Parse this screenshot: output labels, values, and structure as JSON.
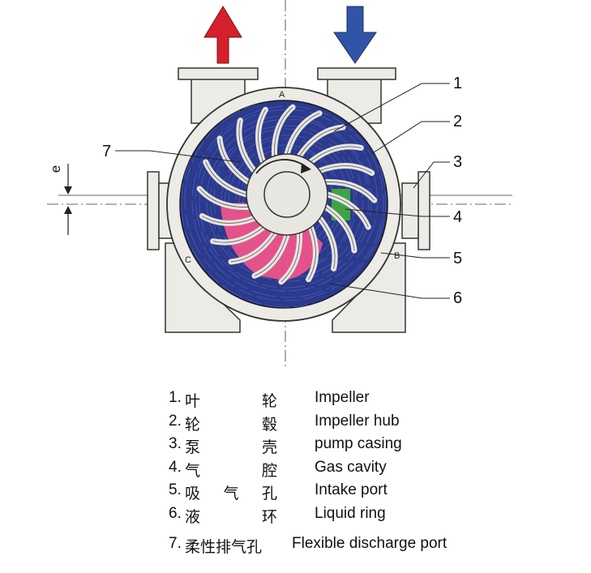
{
  "diagram": {
    "point_labels": {
      "a": "A",
      "b": "B",
      "c": "C"
    },
    "eccentricity_label": "e",
    "callouts": [
      "1",
      "2",
      "3",
      "4",
      "5",
      "6",
      "7"
    ],
    "colors": {
      "outlet_arrow": "#d4212b",
      "inlet_arrow": "#3155a6",
      "casing_fill": "#ecebe6",
      "liquid_ring": "#2b3a8c",
      "blade": "#e7e6e0",
      "gas_cavity_discharge": "#e4528c",
      "gas_cavity_intake": "#3fa244"
    }
  },
  "legend": [
    {
      "num": "1.",
      "zh": [
        "叶",
        "轮"
      ],
      "en": "Impeller"
    },
    {
      "num": "2.",
      "zh": [
        "轮",
        "毂"
      ],
      "en": "Impeller hub"
    },
    {
      "num": "3.",
      "zh": [
        "泵",
        "壳"
      ],
      "en": "pump casing"
    },
    {
      "num": "4.",
      "zh": [
        "气",
        "腔"
      ],
      "en": "Gas cavity"
    },
    {
      "num": "5.",
      "zh": [
        "吸",
        "气",
        "孔"
      ],
      "en": "Intake port"
    },
    {
      "num": "6.",
      "zh": [
        "液",
        "环"
      ],
      "en": "Liquid ring"
    },
    {
      "num": "7.",
      "zh": [
        "柔性排气孔"
      ],
      "en": "Flexible discharge port"
    }
  ]
}
